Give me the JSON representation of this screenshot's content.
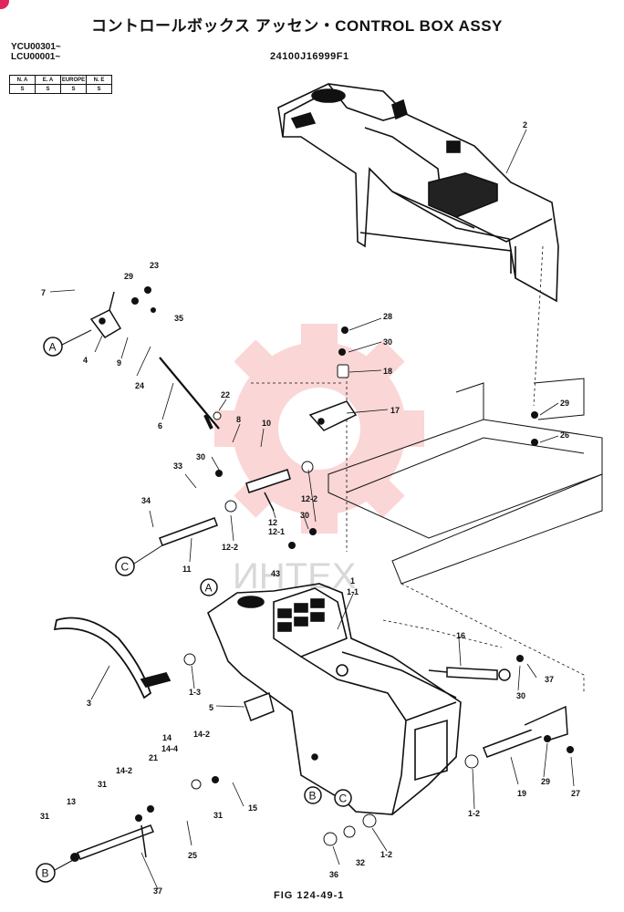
{
  "header": {
    "title": "コントロールボックス アッセン・CONTROL BOX ASSY",
    "serial_1": "YCU00301~",
    "serial_2": "LCU00001~",
    "part_number": "24100J16999F1"
  },
  "region_table": {
    "headers": [
      "N. A",
      "E. A",
      "EUROPE",
      "N. E"
    ],
    "values": [
      "S",
      "S",
      "S",
      "S"
    ]
  },
  "watermark": "ИНТЕХ",
  "figure_label": "FIG 124-49-1",
  "reference_markers": [
    "A",
    "B",
    "C"
  ],
  "callouts": {
    "c2": "2",
    "c7": "7",
    "c29a": "29",
    "c23": "23",
    "c35": "35",
    "c4": "4",
    "c9": "9",
    "c24": "24",
    "c28": "28",
    "c30a": "30",
    "c18": "18",
    "c17": "17",
    "c29b": "29",
    "c26": "26",
    "c22": "22",
    "c8": "8",
    "c10": "10",
    "c6": "6",
    "c30b": "30",
    "c33": "33",
    "c12_2a": "12-2",
    "c12": "12",
    "c12_1": "12-1",
    "c30c": "30",
    "c43": "43",
    "c34": "34",
    "c12_2b": "12-2",
    "c11": "11",
    "c1": "1",
    "c1_1": "1-1",
    "c16": "16",
    "c37a": "37",
    "c30d": "30",
    "c3": "3",
    "c1_3": "1-3",
    "c5": "5",
    "c14": "14",
    "c14_4": "14-4",
    "c14_2a": "14-2",
    "c21": "21",
    "c14_2b": "14-2",
    "c31a": "31",
    "c31b": "31",
    "c15": "15",
    "c25": "25",
    "c13": "13",
    "c31c": "31",
    "c37b": "37",
    "c19": "19",
    "c29c": "29",
    "c27": "27",
    "c1_2a": "1-2",
    "c36": "36",
    "c32": "32",
    "c1_2b": "1-2"
  }
}
